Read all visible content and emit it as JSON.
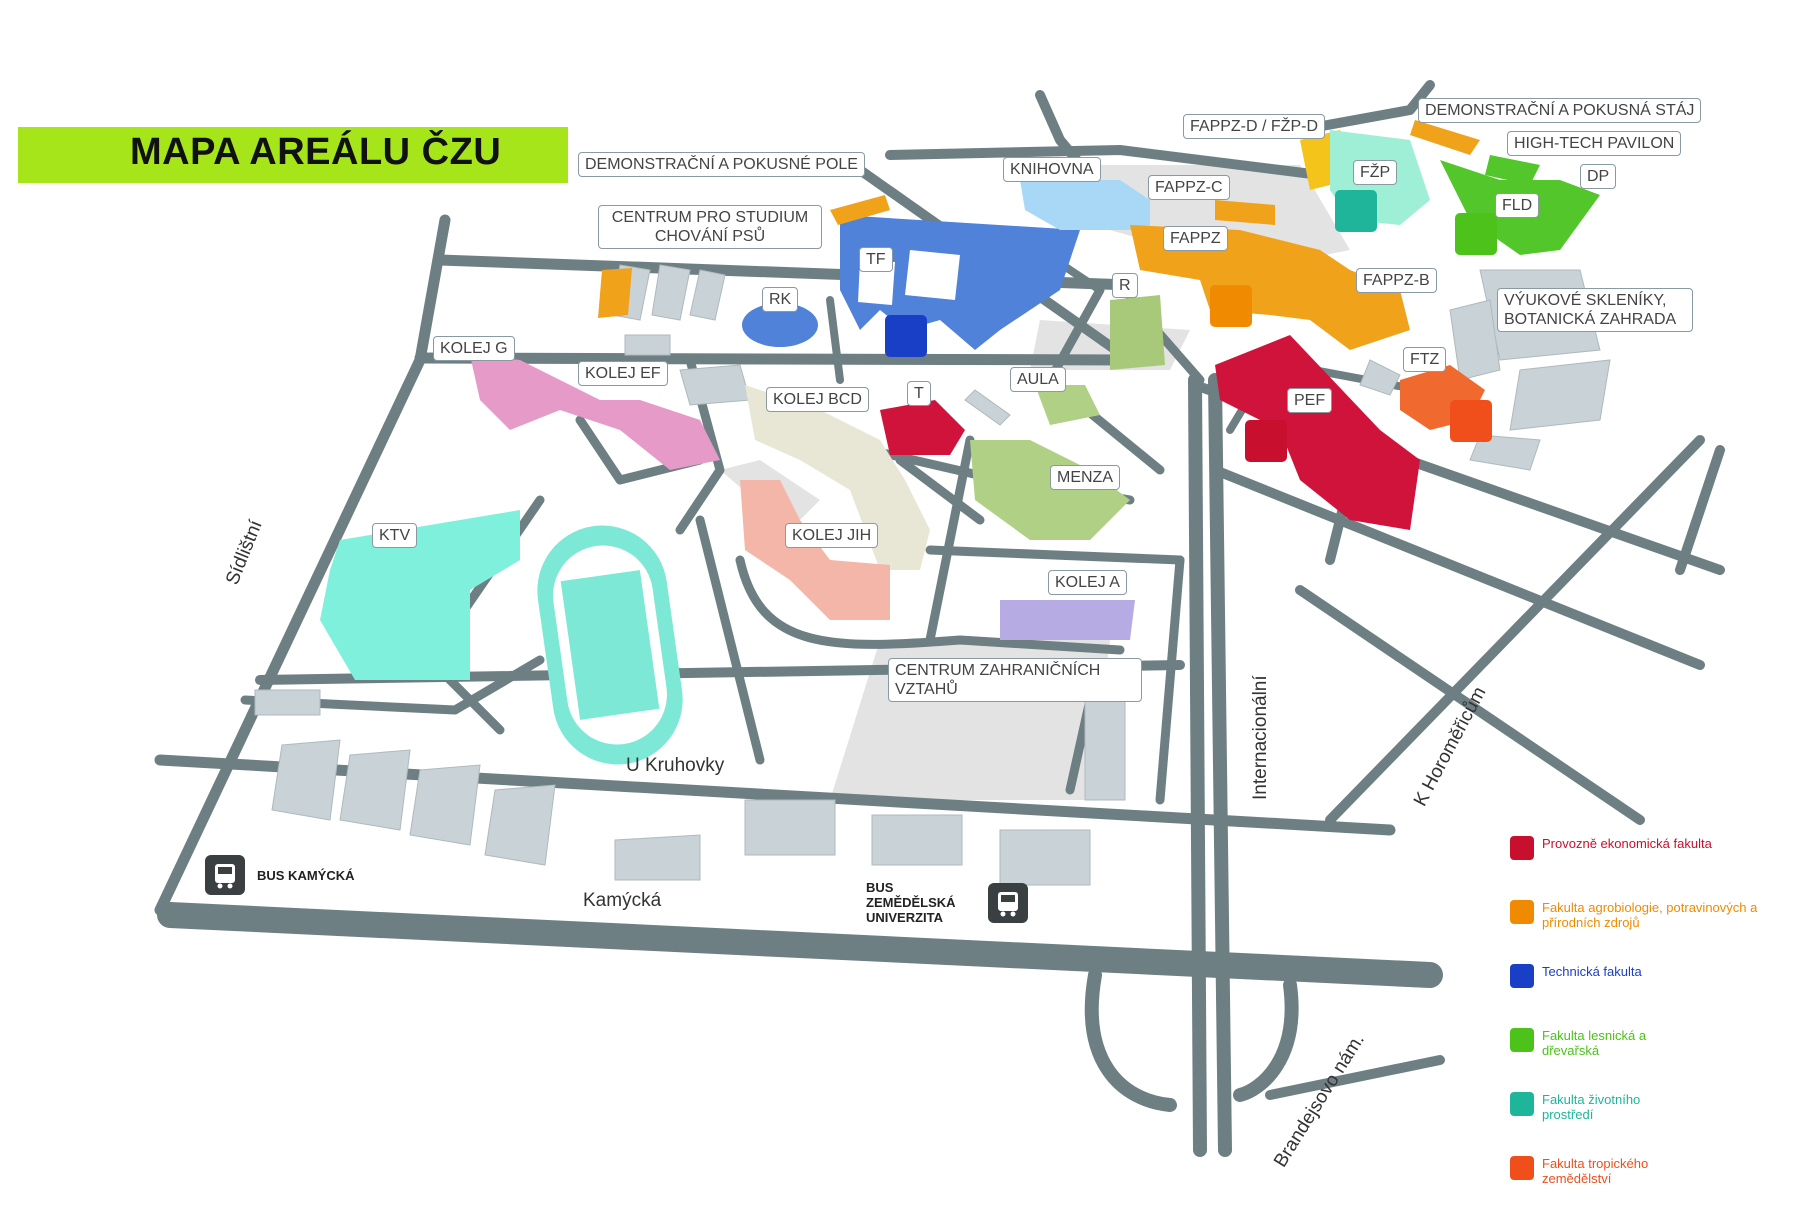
{
  "title": "MAPA AREÁLU ČZU",
  "labels": {
    "demo_pole": "DEMONSTRAČNÍ A POKUSNÉ POLE",
    "centrum_psu": "CENTRUM PRO STUDIUM CHOVÁNÍ PSŮ",
    "knihovna": "KNIHOVNA",
    "fappz_d": "FAPPZ-D / FŽP-D",
    "demo_staj": "DEMONSTRAČNÍ A POKUSNÁ STÁJ",
    "high_tech": "HIGH-TECH PAVILON",
    "fzp": "FŽP",
    "dp": "DP",
    "fld": "FLD",
    "fappz_c": "FAPPZ-C",
    "fappz": "FAPPZ",
    "fappz_b": "FAPPZ-B",
    "tf": "TF",
    "rk": "RK",
    "r": "R",
    "skleniky": "VÝUKOVÉ SKLENÍKY, BOTANICKÁ ZAHRADA",
    "ftz": "FTZ",
    "kolej_g": "KOLEJ G",
    "kolej_ef": "KOLEJ EF",
    "kolej_bcd": "KOLEJ BCD",
    "t": "T",
    "aula": "AULA",
    "pef": "PEF",
    "menza": "MENZA",
    "ktv": "KTV",
    "kolej_jih": "KOLEJ JIH",
    "kolej_a": "KOLEJ A",
    "centrum_zahranicnich": "CENTRUM ZAHRANIČNÍCH VZTAHŮ"
  },
  "streets": {
    "sidlistni": "Sídlištní",
    "u_kruhovky": "U Kruhovky",
    "kamycka": "Kamýcká",
    "internacionalni": "Internacionální",
    "k_horomericum": "K Horoměřicům",
    "brandejsovo": "Brandejsovo nám."
  },
  "bus_stops": {
    "kamycka": "BUS KAMÝCKÁ",
    "zemedelska": "BUS ZEMĚDĚLSKÁ UNIVERZITA"
  },
  "legend": [
    {
      "text": "Provozně ekonomická fakulta",
      "color": "#c8102e",
      "icon": "owl-icon"
    },
    {
      "text": "Fakulta agrobiologie, potravinových a přírodních zdrojů",
      "color": "#f08a00",
      "icon": "wheat-icon"
    },
    {
      "text": "Technická fakulta",
      "color": "#1a3fc7",
      "icon": "atom-icon"
    },
    {
      "text": "Fakulta lesnická a dřevařská",
      "color": "#4cc21a",
      "icon": "tree-icon"
    },
    {
      "text": "Fakulta životního prostředí",
      "color": "#1fb59a",
      "icon": "bird-icon"
    },
    {
      "text": "Fakulta tropického zemědělství",
      "color": "#f04e1a",
      "icon": "globe-icon"
    }
  ],
  "colors": {
    "road": "#6e7f84",
    "title_bar": "#a6e51a",
    "grey_building": "#c9d2d6",
    "plaza": "#e3e3e3"
  }
}
